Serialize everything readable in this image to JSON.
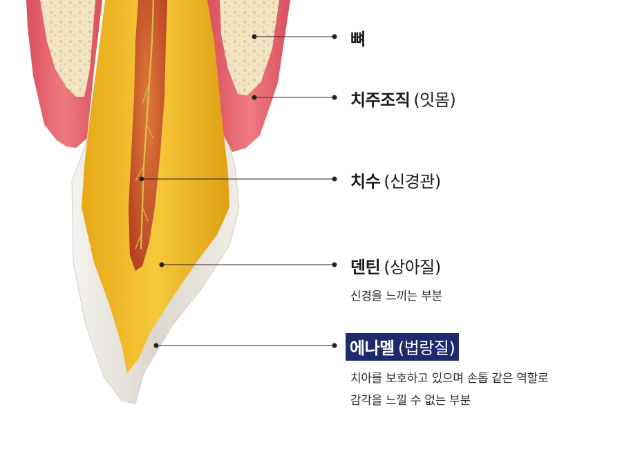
{
  "labels": {
    "bone": {
      "name": "뼈"
    },
    "periodontal": {
      "name": "치주조직",
      "paren": "(잇몸)"
    },
    "pulp": {
      "name": "치수",
      "paren": "(신경관)"
    },
    "dentin": {
      "name": "덴틴",
      "paren": "(상아질)",
      "desc": "신경을 느끼는 부분"
    },
    "enamel": {
      "name": "에나멜",
      "paren": "(법랑질)",
      "desc_line1": "치아를 보호하고 있으며 손톱 같은 역할로",
      "desc_line2": "감각을 느낄 수 없는 부분"
    }
  },
  "colors": {
    "enamel_highlight": "#1f2a6e",
    "leader_line": "#222222",
    "gum": "#e0606a",
    "bone": "#f3e4c4",
    "dentin": "#e9b526",
    "pulp": "#c8502a",
    "enamel": "#e9e6df"
  }
}
